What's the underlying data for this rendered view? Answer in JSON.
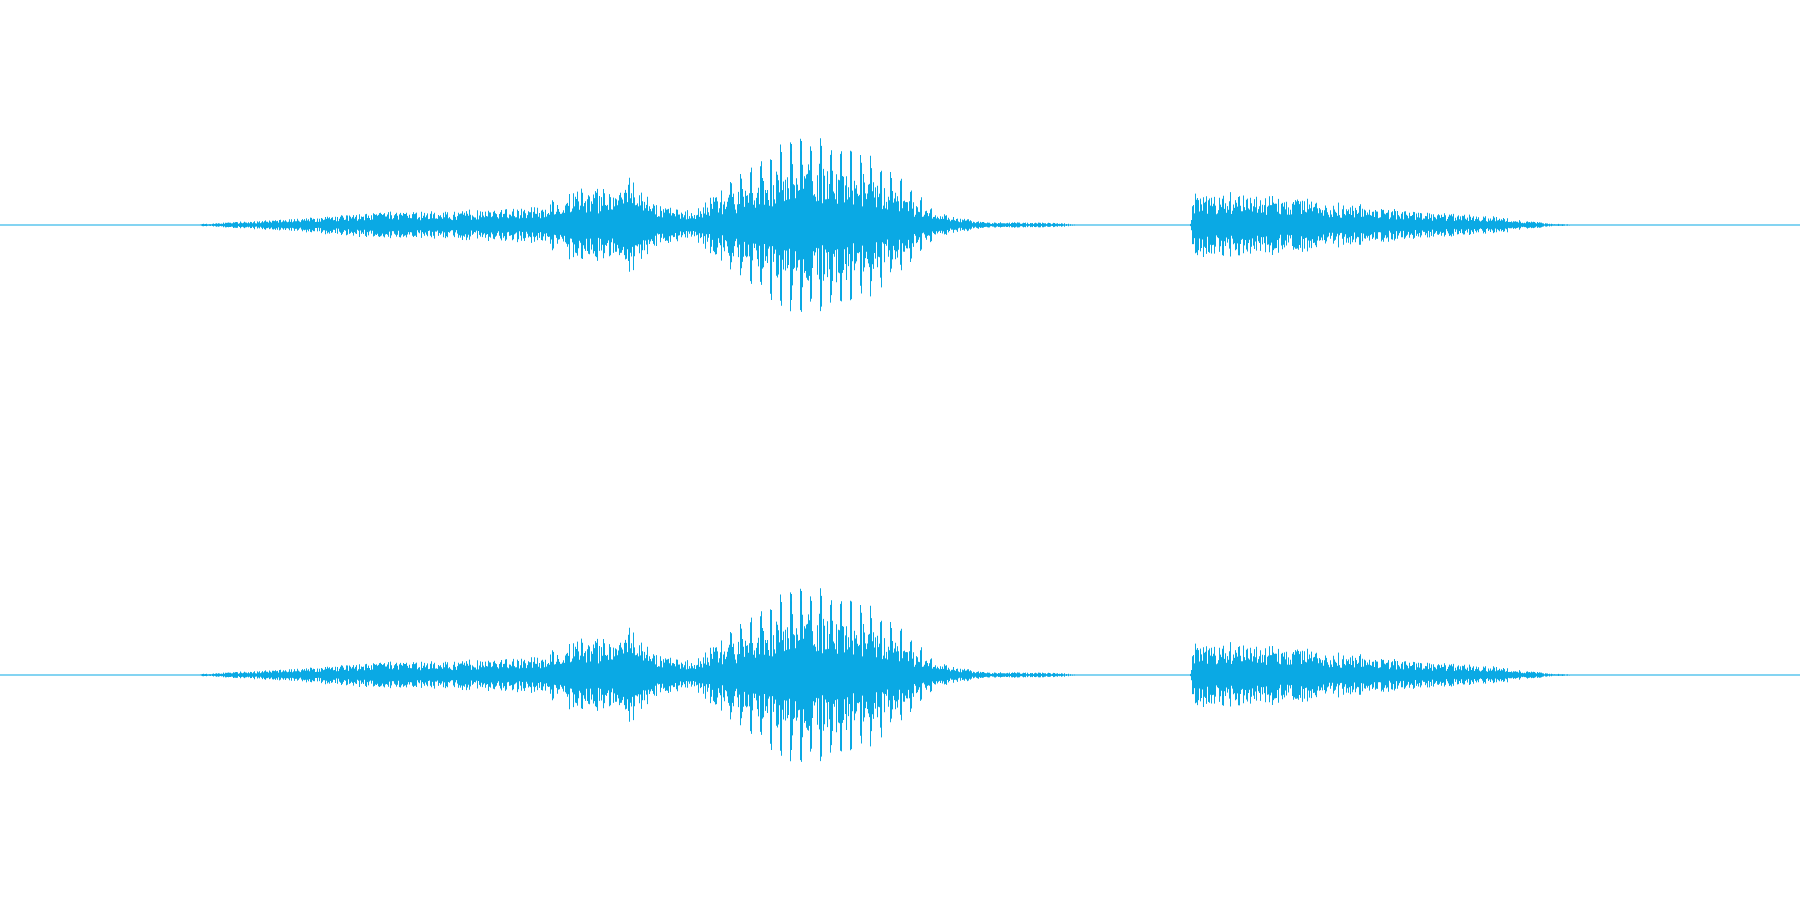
{
  "waveform": {
    "color": "#0aa9e4",
    "background": "#ffffff",
    "channels": [
      {
        "name": "",
        "amplitude_envelope": [
          [
            0.0,
            0.0
          ],
          [
            0.11,
            0.0
          ],
          [
            0.112,
            0.006
          ],
          [
            0.16,
            0.03
          ],
          [
            0.21,
            0.06
          ],
          [
            0.26,
            0.07
          ],
          [
            0.3,
            0.09
          ],
          [
            0.315,
            0.16
          ],
          [
            0.34,
            0.17
          ],
          [
            0.35,
            0.23
          ],
          [
            0.365,
            0.1
          ],
          [
            0.385,
            0.06
          ],
          [
            0.4,
            0.17
          ],
          [
            0.42,
            0.32
          ],
          [
            0.44,
            0.42
          ],
          [
            0.46,
            0.4
          ],
          [
            0.48,
            0.34
          ],
          [
            0.5,
            0.22
          ],
          [
            0.52,
            0.06
          ],
          [
            0.545,
            0.015
          ],
          [
            0.59,
            0.01
          ],
          [
            0.6,
            0.0
          ],
          [
            0.661,
            0.0
          ],
          [
            0.663,
            0.15
          ],
          [
            0.69,
            0.15
          ],
          [
            0.73,
            0.12
          ],
          [
            0.78,
            0.07
          ],
          [
            0.83,
            0.04
          ],
          [
            0.86,
            0.008
          ],
          [
            0.88,
            0.0
          ],
          [
            1.0,
            0.0
          ]
        ]
      },
      {
        "name": "",
        "amplitude_envelope": [
          [
            0.0,
            0.0
          ],
          [
            0.11,
            0.0
          ],
          [
            0.112,
            0.006
          ],
          [
            0.16,
            0.03
          ],
          [
            0.21,
            0.06
          ],
          [
            0.26,
            0.07
          ],
          [
            0.3,
            0.09
          ],
          [
            0.315,
            0.16
          ],
          [
            0.34,
            0.17
          ],
          [
            0.35,
            0.23
          ],
          [
            0.365,
            0.1
          ],
          [
            0.385,
            0.06
          ],
          [
            0.4,
            0.17
          ],
          [
            0.42,
            0.32
          ],
          [
            0.44,
            0.42
          ],
          [
            0.46,
            0.4
          ],
          [
            0.48,
            0.34
          ],
          [
            0.5,
            0.22
          ],
          [
            0.52,
            0.06
          ],
          [
            0.545,
            0.015
          ],
          [
            0.59,
            0.01
          ],
          [
            0.6,
            0.0
          ],
          [
            0.661,
            0.0
          ],
          [
            0.663,
            0.15
          ],
          [
            0.69,
            0.15
          ],
          [
            0.73,
            0.12
          ],
          [
            0.78,
            0.07
          ],
          [
            0.83,
            0.04
          ],
          [
            0.86,
            0.008
          ],
          [
            0.88,
            0.0
          ],
          [
            1.0,
            0.0
          ]
        ]
      }
    ]
  }
}
